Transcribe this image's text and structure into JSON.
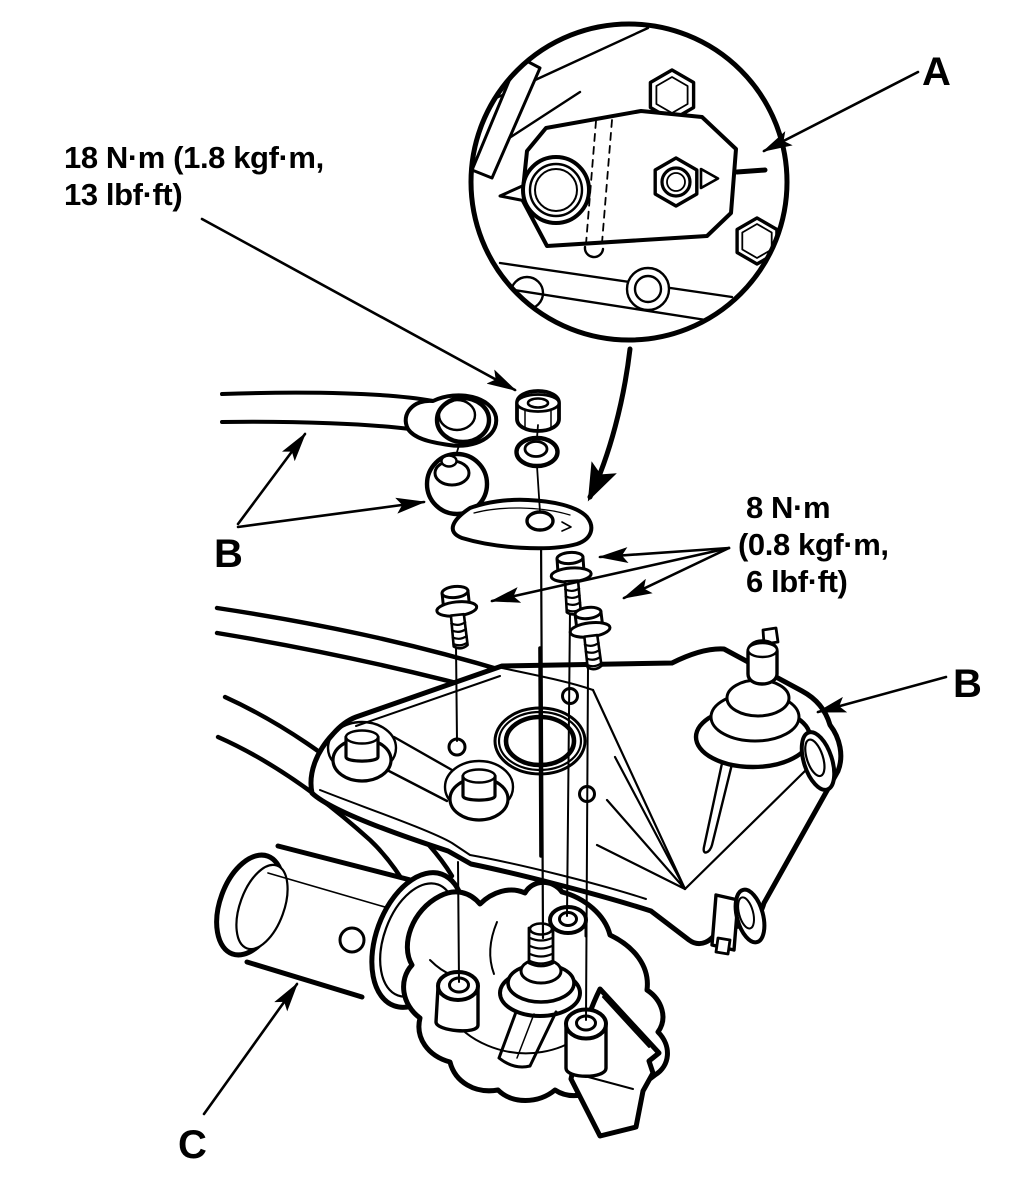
{
  "figure": {
    "type": "technical-illustration",
    "background": "#ffffff",
    "line_color": "#000000",
    "labels": {
      "a": "A",
      "b_left": "B",
      "b_right": "B",
      "c": "C"
    },
    "torque_specs": {
      "crank_nut": {
        "line1": "18 N·m (1.8 kgf·m,",
        "line2": "13 lbf·ft)"
      },
      "mount_bolts": {
        "line1": "8 N·m",
        "line2": "(0.8 kgf·m,",
        "line3": "6 lbf·ft)"
      }
    }
  }
}
